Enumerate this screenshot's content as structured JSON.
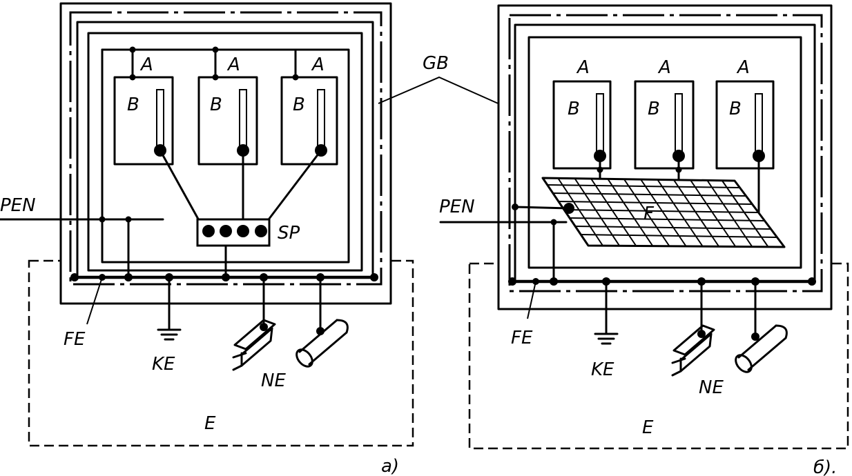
{
  "labels": {
    "gb": "GB",
    "pen": "PEN",
    "fe": "FE",
    "ke": "KE",
    "ne": "NE",
    "e": "E",
    "a": "A",
    "b": "B",
    "sp": "SP",
    "f": "F",
    "caption_a": "a)",
    "caption_b": "б)."
  }
}
